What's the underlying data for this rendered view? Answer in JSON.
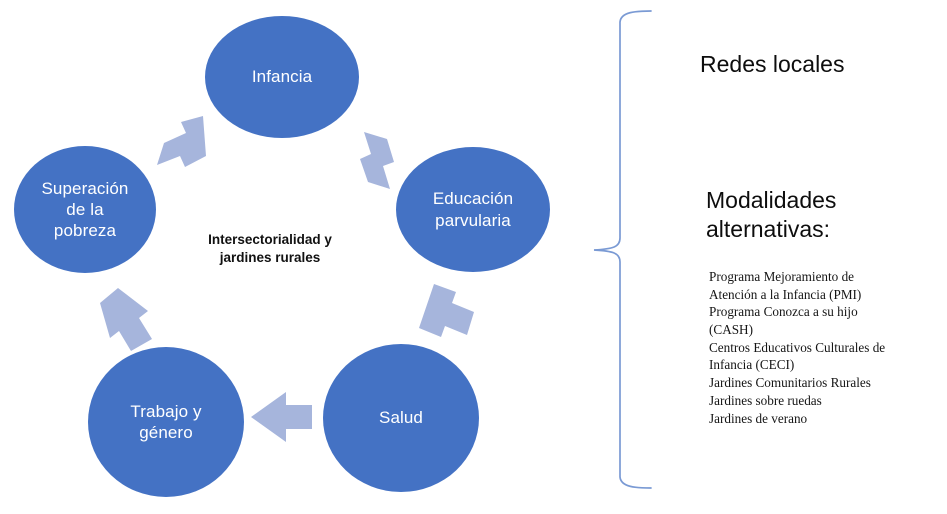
{
  "diagram": {
    "center_caption": "Intersectorialidad y\njardines rurales",
    "cycle_nodes": [
      {
        "id": "infancia",
        "label": "Infancia"
      },
      {
        "id": "educacion",
        "label": "Educación\nparvularia"
      },
      {
        "id": "salud",
        "label": "Salud"
      },
      {
        "id": "trabajo",
        "label": "Trabajo y\ngénero"
      },
      {
        "id": "superacion",
        "label": "Superación\nde la\npobreza"
      }
    ],
    "arrows": [
      {
        "id": "arrow-superacion-to-infancia",
        "direction": "up-right",
        "from": "superacion",
        "to": "infancia"
      },
      {
        "id": "arrow-infancia-to-educacion",
        "direction": "down-right",
        "from": "infancia",
        "to": "educacion"
      },
      {
        "id": "arrow-educacion-to-salud",
        "direction": "down-left",
        "from": "educacion",
        "to": "salud"
      },
      {
        "id": "arrow-salud-to-trabajo",
        "direction": "left",
        "from": "salud",
        "to": "trabajo"
      },
      {
        "id": "arrow-trabajo-to-superacion",
        "direction": "up",
        "from": "trabajo",
        "to": "superacion"
      }
    ]
  },
  "panel": {
    "brace_icon": "curly-brace-icon",
    "heading_top": "Redes locales",
    "heading_bottom": "Modalidades\nalternativas:",
    "list": [
      "Programa  Mejoramiento de\nAtención a la Infancia (PMI)",
      "Programa Conozca a su hijo\n(CASH)",
      "Centros Educativos Culturales de\nInfancia (CECI)",
      "Jardines Comunitarios Rurales",
      "Jardines sobre ruedas",
      "Jardines de verano"
    ]
  },
  "colors": {
    "node_fill": "#4472C4",
    "node_text": "#FFFFFF",
    "arrow_fill": "#A6B5DC",
    "brace_stroke": "#7A9AD4",
    "caption_text": "#111111",
    "background": "#FFFFFF"
  }
}
